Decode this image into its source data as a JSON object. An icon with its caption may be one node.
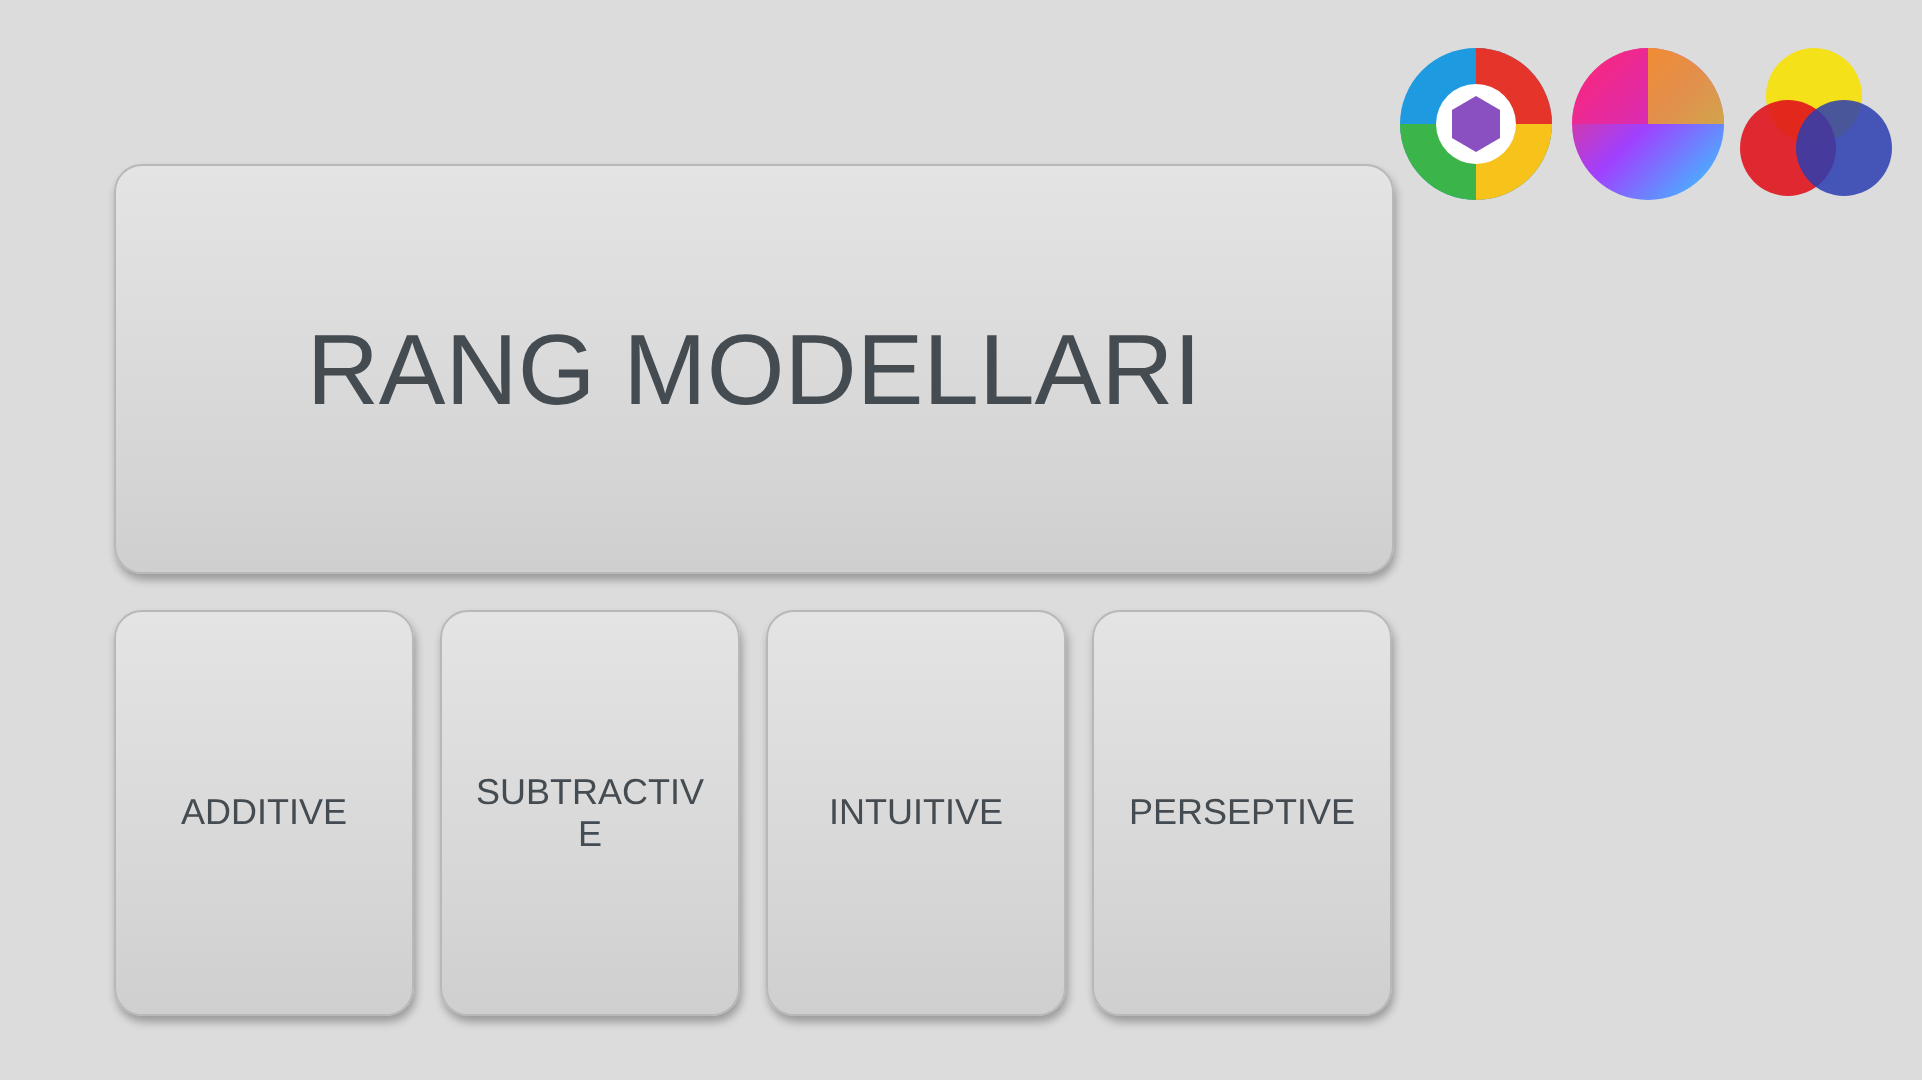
{
  "diagram": {
    "nodes": [
      {
        "text": [
          "RANG MODELLARI"
        ]
      },
      {
        "text": [
          "ADDITIVE"
        ]
      },
      {
        "text": [
          "SUBTRACTIVE"
        ]
      },
      {
        "text": [
          "INTUITIVE"
        ]
      },
      {
        "text": [
          "PERSEPTIVE"
        ]
      }
    ]
  }
}
